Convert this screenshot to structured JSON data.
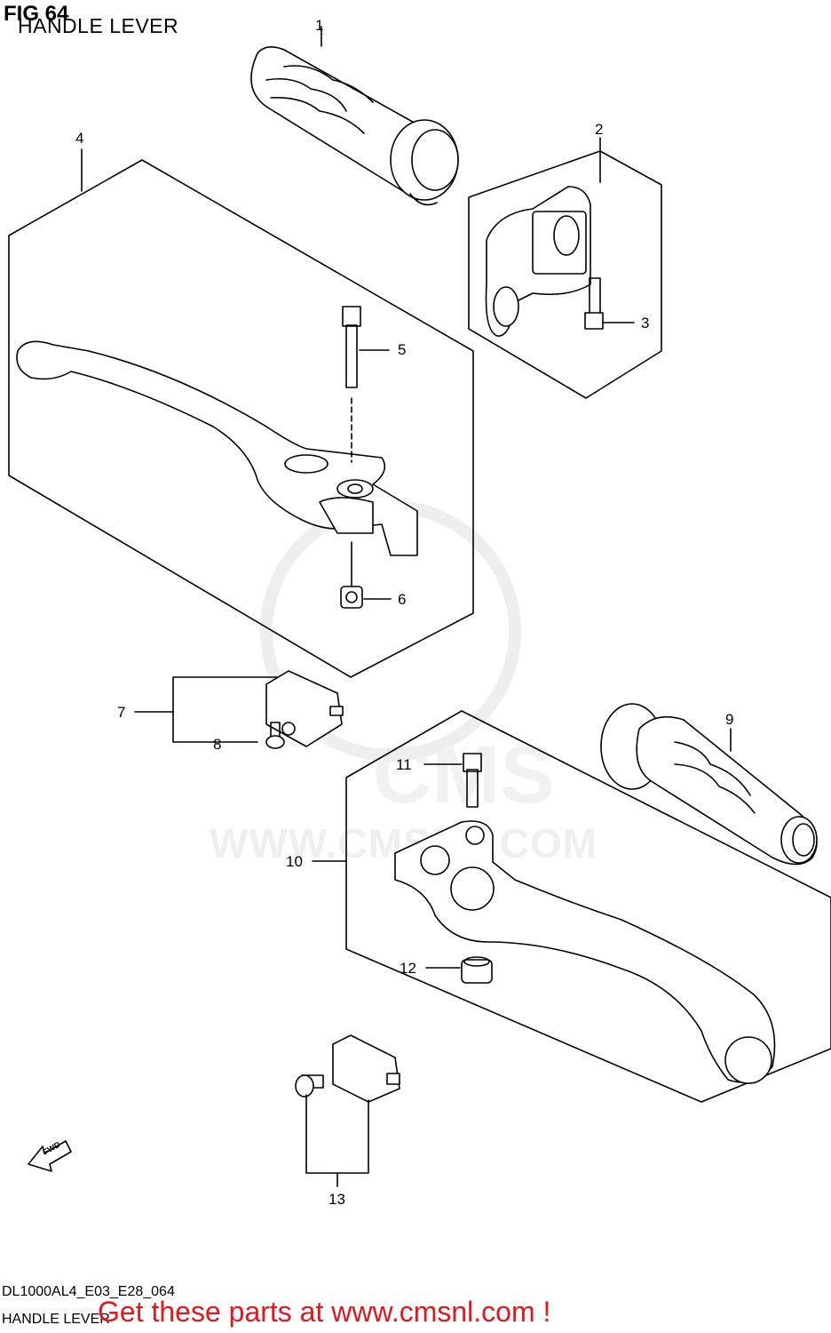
{
  "header": {
    "fig_label": "FIG 64",
    "title": "HANDLE LEVER"
  },
  "callouts": [
    "1",
    "2",
    "3",
    "4",
    "5",
    "6",
    "7",
    "8",
    "9",
    "10",
    "11",
    "12",
    "13"
  ],
  "fwd_label": "FWD",
  "watermark": {
    "logo": "CMS",
    "url": "WWW.CMSNL.COM"
  },
  "footer": {
    "model_code": "DL1000AL4_E03_E28_064",
    "name": "HANDLE LEVER",
    "cta": "Get these parts at www.cmsnl.com !"
  },
  "colors": {
    "ink": "#000000",
    "cta": "#e3161b",
    "watermark": "#eeeeee"
  }
}
